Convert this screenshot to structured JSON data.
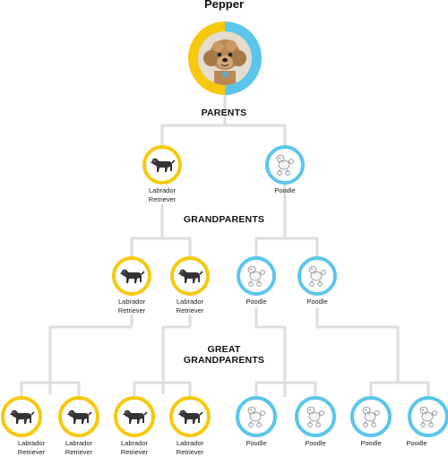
{
  "title": "Pepper",
  "sections": {
    "parents": "PARENTS",
    "grandparents": "GRANDPARENTS",
    "great_grandparents_1": "GREAT",
    "great_grandparents_2": "GRANDPARENTS"
  },
  "colors": {
    "labrador": "#F6C90E",
    "poodle": "#5BC6EA",
    "connector": "#DDDDDD"
  },
  "parents": [
    {
      "breed": "Labrador Retriever",
      "label_lines": [
        "Labrador",
        "Retriever"
      ],
      "icon": "labrador-icon"
    },
    {
      "breed": "Poodle",
      "label_lines": [
        "Poodle"
      ],
      "icon": "poodle-icon"
    }
  ],
  "grandparents": [
    {
      "breed": "Labrador Retriever",
      "label_lines": [
        "Labrador",
        "Retriever"
      ],
      "icon": "labrador-icon"
    },
    {
      "breed": "Labrador Retriever",
      "label_lines": [
        "Labrador",
        "Retriever"
      ],
      "icon": "labrador-icon"
    },
    {
      "breed": "Poodle",
      "label_lines": [
        "Poodle"
      ],
      "icon": "poodle-icon"
    },
    {
      "breed": "Poodle",
      "label_lines": [
        "Poodle"
      ],
      "icon": "poodle-icon"
    }
  ],
  "great_grandparents": [
    {
      "breed": "Labrador Retriever",
      "label_lines": [
        "Labrador",
        "Retriever"
      ],
      "icon": "labrador-icon"
    },
    {
      "breed": "Labrador Retriever",
      "label_lines": [
        "Labrador",
        "Retriever"
      ],
      "icon": "labrador-icon"
    },
    {
      "breed": "Labrador Retriever",
      "label_lines": [
        "Labrador",
        "Retriever"
      ],
      "icon": "labrador-icon"
    },
    {
      "breed": "Labrador Retriever",
      "label_lines": [
        "Labrador",
        "Retriever"
      ],
      "icon": "labrador-icon"
    },
    {
      "breed": "Poodle",
      "label_lines": [
        "Poodle"
      ],
      "icon": "poodle-icon"
    },
    {
      "breed": "Poodle",
      "label_lines": [
        "Poodle"
      ],
      "icon": "poodle-icon"
    },
    {
      "breed": "Poodle",
      "label_lines": [
        "Poodle"
      ],
      "icon": "poodle-icon"
    },
    {
      "breed": "Poodle",
      "label_lines": [
        "Poodle"
      ],
      "icon": "poodle-icon"
    }
  ]
}
